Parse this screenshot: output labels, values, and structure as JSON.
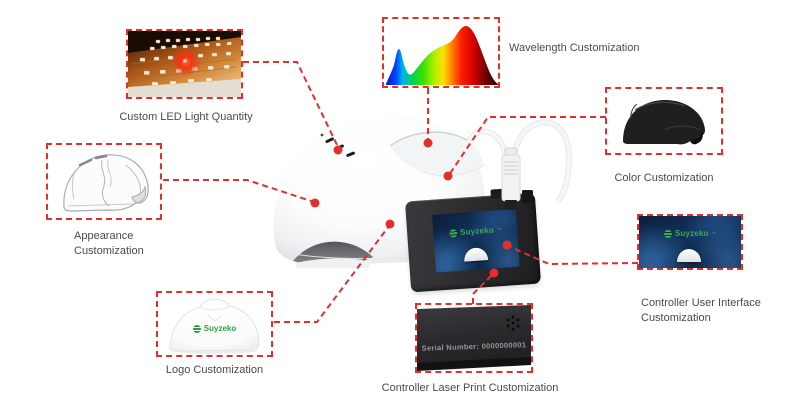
{
  "colors": {
    "accent_red": "#e12f2f",
    "label_gray": "#4a4a4a",
    "screen_navy": "#0d2747",
    "logo_green": "#35b04a"
  },
  "brand": {
    "logo_text": "Suyzeko",
    "trademark": "™"
  },
  "callouts": {
    "led": {
      "label": "Custom LED Light Quantity"
    },
    "wavelength": {
      "label": "Wavelength Customization"
    },
    "color": {
      "label": "Color Customization"
    },
    "appearance": {
      "line1": "Appearance",
      "line2": "Customization"
    },
    "logo": {
      "label": "Logo Customization"
    },
    "ui": {
      "line1": "Controller User Interface",
      "line2": "Customization"
    },
    "laser": {
      "label": "Controller Laser Print Customization"
    }
  },
  "device": {
    "serial_label": "Serial Number: 0000000001"
  }
}
